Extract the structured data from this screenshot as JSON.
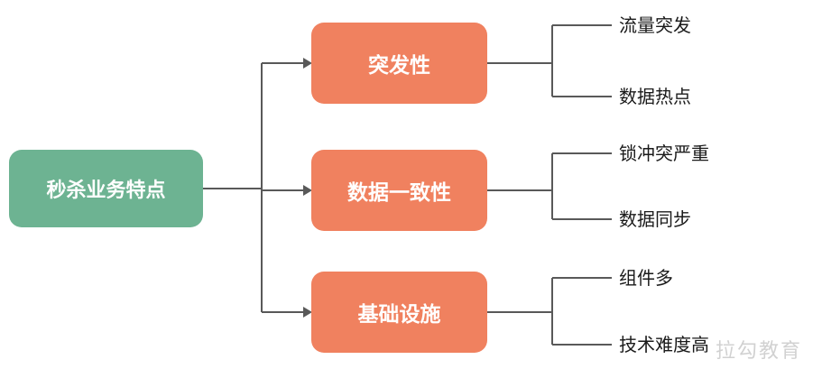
{
  "diagram": {
    "root": {
      "label": "秒杀业务特点"
    },
    "branches": [
      {
        "label": "突发性",
        "leaves": [
          "流量突发",
          "数据热点"
        ]
      },
      {
        "label": "数据一致性",
        "leaves": [
          "锁冲突严重",
          "数据同步"
        ]
      },
      {
        "label": "基础设施",
        "leaves": [
          "组件多",
          "技术难度高"
        ]
      }
    ],
    "watermark": "拉勾教育",
    "colors": {
      "root-color": "#6db392",
      "branch-color": "#f0815f",
      "line-color": "#595959",
      "leaf-text": "#1a1a1a"
    }
  }
}
